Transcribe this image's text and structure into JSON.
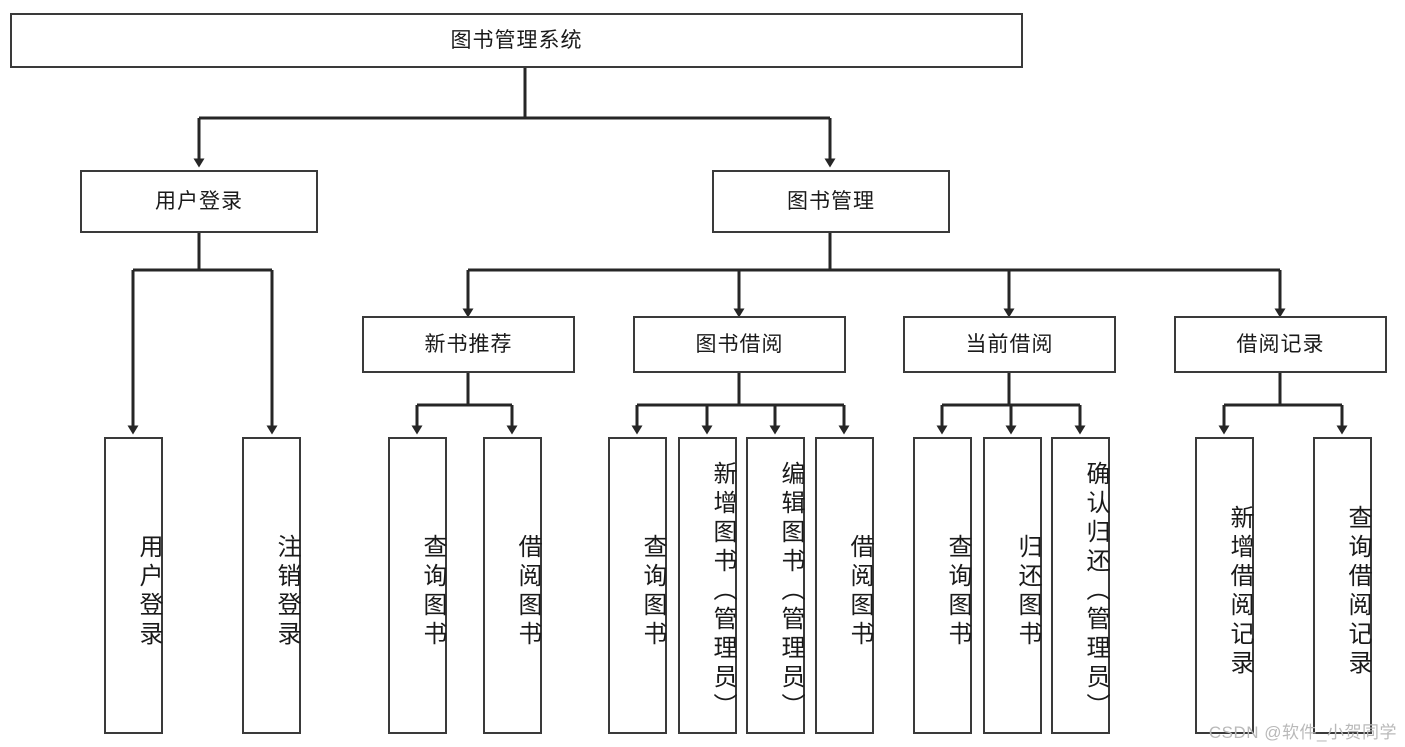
{
  "diagram": {
    "title": "图书管理系统",
    "type": "tree-hierarchy",
    "watermark": "CSDN @软件_小贺同学",
    "colors": {
      "background": "#ffffff",
      "box_fill": "#ffffff",
      "box_border": "#3a3a3a",
      "edge": "#262626",
      "text": "#1a1a1a",
      "watermark": "#b9b9b9"
    },
    "root": {
      "id": "root",
      "label": "图书管理系统"
    },
    "level2": [
      {
        "id": "user-login",
        "label": "用户登录"
      },
      {
        "id": "book-manage",
        "label": "图书管理"
      }
    ],
    "level3": [
      {
        "id": "new-book-recommend",
        "label": "新书推荐",
        "parent": "book-manage"
      },
      {
        "id": "book-borrow",
        "label": "图书借阅",
        "parent": "book-manage"
      },
      {
        "id": "current-borrow",
        "label": "当前借阅",
        "parent": "book-manage"
      },
      {
        "id": "borrow-record",
        "label": "借阅记录",
        "parent": "book-manage"
      }
    ],
    "leaves": [
      {
        "id": "leaf-user-login",
        "label": "用户登录",
        "parent": "user-login"
      },
      {
        "id": "leaf-logout",
        "label": "注销登录",
        "parent": "user-login"
      },
      {
        "id": "leaf-query-book-1",
        "label": "查询图书",
        "parent": "new-book-recommend"
      },
      {
        "id": "leaf-borrow-book-1",
        "label": "借阅图书",
        "parent": "new-book-recommend"
      },
      {
        "id": "leaf-query-book-2",
        "label": "查询图书",
        "parent": "book-borrow"
      },
      {
        "id": "leaf-add-book",
        "label": "新增图书（管理员）",
        "parent": "book-borrow"
      },
      {
        "id": "leaf-edit-book",
        "label": "编辑图书（管理员）",
        "parent": "book-borrow"
      },
      {
        "id": "leaf-borrow-book-2",
        "label": "借阅图书",
        "parent": "book-borrow"
      },
      {
        "id": "leaf-query-book-3",
        "label": "查询图书",
        "parent": "current-borrow"
      },
      {
        "id": "leaf-return-book",
        "label": "归还图书",
        "parent": "current-borrow"
      },
      {
        "id": "leaf-confirm-return",
        "label": "确认归还（管理员）",
        "parent": "current-borrow"
      },
      {
        "id": "leaf-add-record",
        "label": "新增借阅记录",
        "parent": "borrow-record"
      },
      {
        "id": "leaf-query-record",
        "label": "查询借阅记录",
        "parent": "borrow-record"
      }
    ]
  }
}
